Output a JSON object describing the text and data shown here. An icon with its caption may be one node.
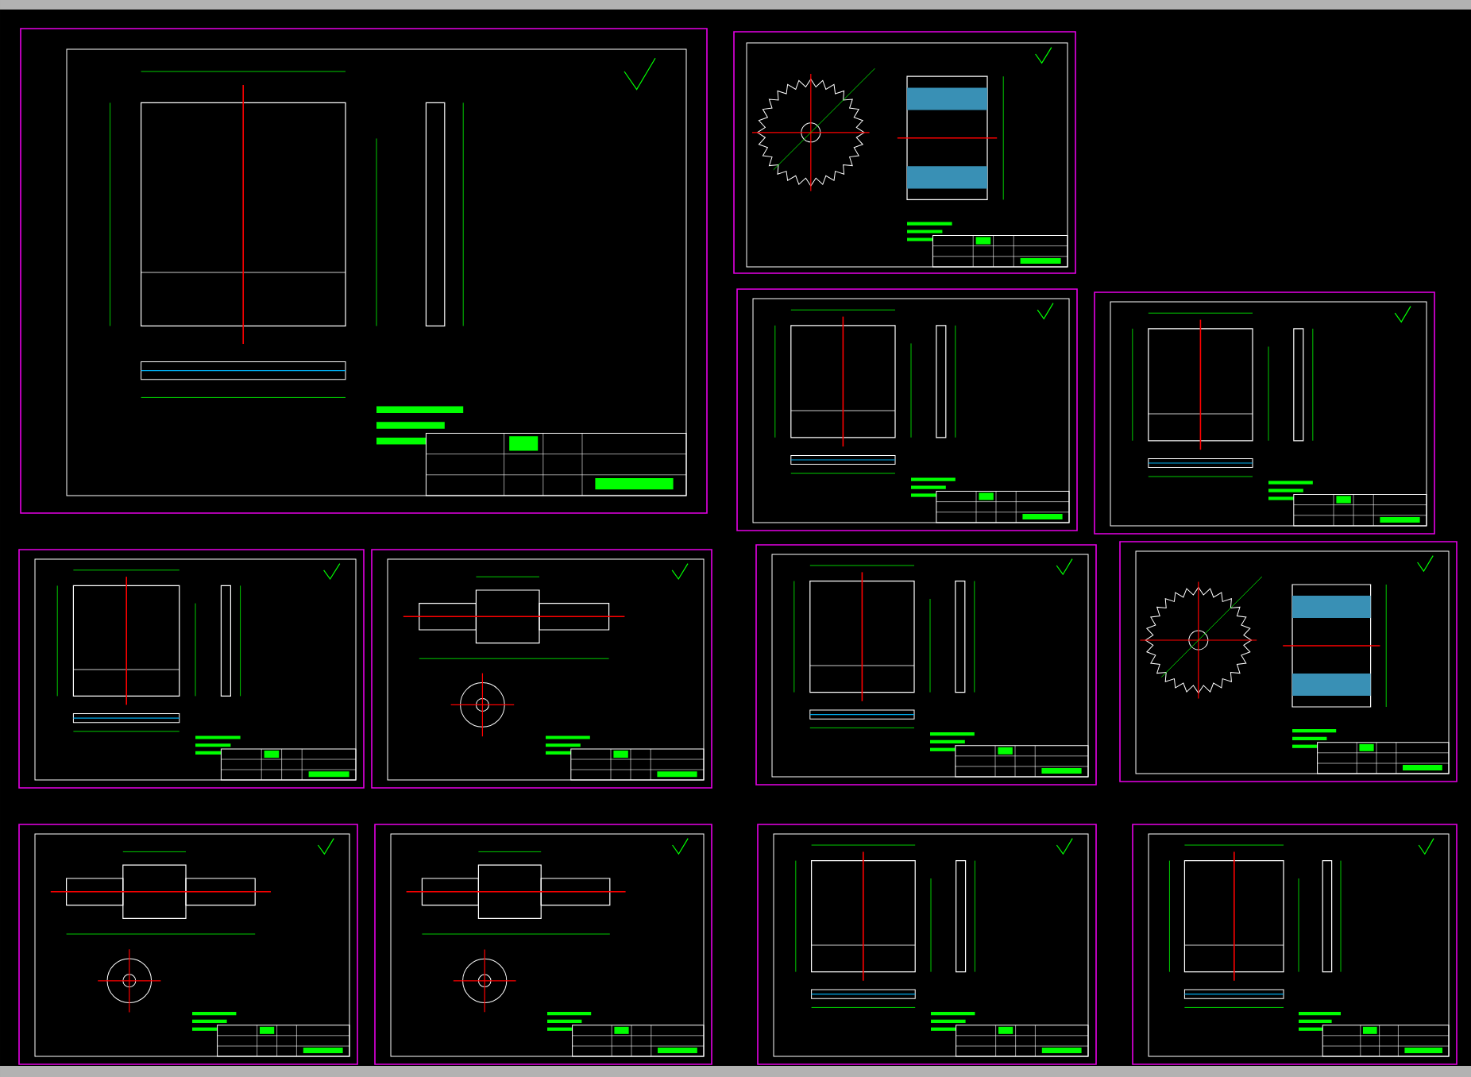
{
  "diagram": {
    "nodes": [
      {
        "text": [],
        "shape": "picture"
      },
      {
        "text": [],
        "shape": "picture"
      },
      {
        "text": [],
        "shape": "picture"
      },
      {
        "text": [],
        "shape": "picture"
      },
      {
        "text": [],
        "shape": "picture"
      },
      {
        "text": [],
        "shape": "picture"
      },
      {
        "text": [],
        "shape": "picture"
      },
      {
        "text": [],
        "shape": "picture"
      },
      {
        "text": [],
        "shape": "picture"
      },
      {
        "text": [],
        "shape": "picture"
      },
      {
        "text": [],
        "shape": "picture"
      },
      {
        "text": [],
        "shape": "picture"
      }
    ]
  }
}
